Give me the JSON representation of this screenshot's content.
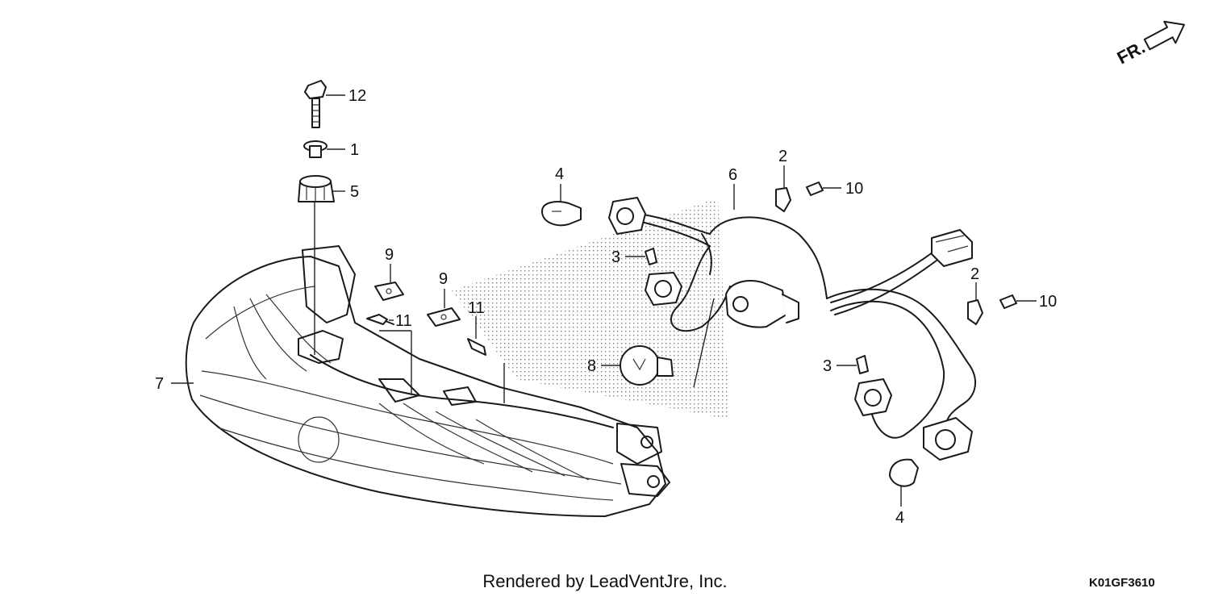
{
  "direction_label": "FR.",
  "callouts": [
    {
      "id": "c12",
      "number": "12"
    },
    {
      "id": "c1",
      "number": "1"
    },
    {
      "id": "c5",
      "number": "5"
    },
    {
      "id": "c9a",
      "number": "9"
    },
    {
      "id": "c9b",
      "number": "9"
    },
    {
      "id": "c11a",
      "number": "11"
    },
    {
      "id": "c11b",
      "number": "11"
    },
    {
      "id": "c7",
      "number": "7"
    },
    {
      "id": "c4a",
      "number": "4"
    },
    {
      "id": "c6",
      "number": "6"
    },
    {
      "id": "c2a",
      "number": "2"
    },
    {
      "id": "c10a",
      "number": "10"
    },
    {
      "id": "c3a",
      "number": "3"
    },
    {
      "id": "c8",
      "number": "8"
    },
    {
      "id": "c2b",
      "number": "2"
    },
    {
      "id": "c10b",
      "number": "10"
    },
    {
      "id": "c3b",
      "number": "3"
    },
    {
      "id": "c4b",
      "number": "4"
    }
  ],
  "footer": {
    "credit": "Rendered by LeadVentJre, Inc.",
    "diagram_code": "K01GF3610"
  }
}
